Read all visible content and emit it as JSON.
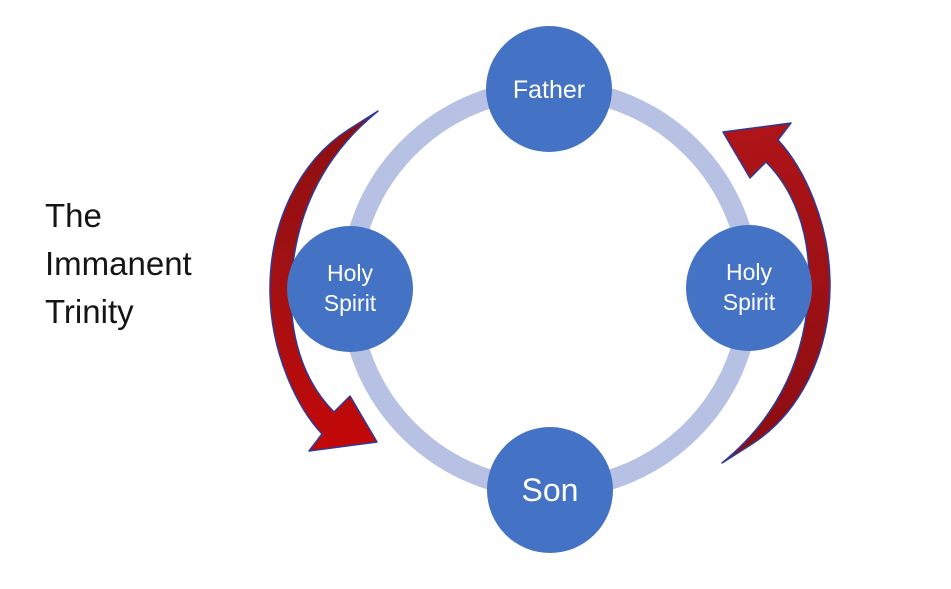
{
  "title": {
    "lines": [
      "The",
      "Immanent",
      "Trinity"
    ],
    "color": "#141414"
  },
  "diagram": {
    "ring_color": "#B6C1E4",
    "node_fill": "#4472C4",
    "label_color": "#FFFFFF",
    "arrow_outline": "#2F3A96",
    "left_arrow": {
      "start_color": "#8C0E10",
      "mid_color": "#A01113",
      "end_color": "#C40808"
    },
    "right_arrow": {
      "tail_color": "#8A0D11",
      "head_color": "#AF1418"
    },
    "nodes": {
      "father": {
        "label": "Father"
      },
      "holy_spirit_left": {
        "line1": "Holy",
        "line2": "Spirit"
      },
      "holy_spirit_right": {
        "line1": "Holy",
        "line2": "Spirit"
      },
      "son": {
        "label": "Son"
      }
    }
  }
}
